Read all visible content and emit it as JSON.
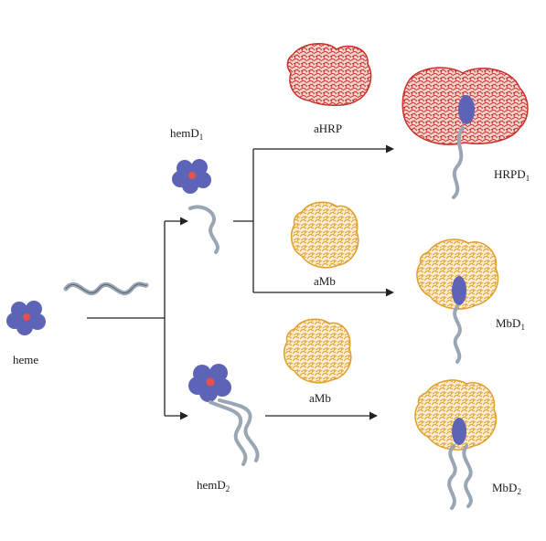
{
  "labels": {
    "heme": "heme",
    "hemD1_base": "hemD",
    "hemD1_sub": "1",
    "hemD2_base": "hemD",
    "hemD2_sub": "2",
    "aHRP": "aHRP",
    "aMb_top": "aMb",
    "aMb_bottom": "aMb",
    "HRPD1_base": "HRPD",
    "HRPD1_sub": "1",
    "MbD1_base": "MbD",
    "MbD1_sub": "1",
    "MbD2_base": "MbD",
    "MbD2_sub": "2"
  },
  "colors": {
    "heme_blue": "#5d64b8",
    "heme_center": "#e8504a",
    "hrp_red": "#c8302a",
    "mb_orange": "#e0a030",
    "dna_ribbon": "#9aa6b4",
    "arrow": "#222222"
  },
  "icons": {
    "heme": "heme-molecule-icon",
    "dna": "dna-strand-icon",
    "hrp": "hrp-protein-icon",
    "mb": "myoglobin-protein-icon"
  }
}
